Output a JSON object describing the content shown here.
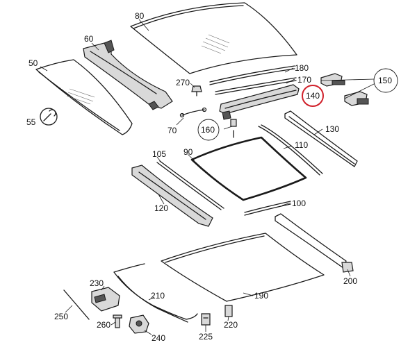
{
  "parts": [
    {
      "id": "p80",
      "label": "80"
    },
    {
      "id": "p60",
      "label": "60"
    },
    {
      "id": "p50",
      "label": "50"
    },
    {
      "id": "p55",
      "label": "55"
    },
    {
      "id": "p270",
      "label": "270"
    },
    {
      "id": "p180",
      "label": "180"
    },
    {
      "id": "p170",
      "label": "170"
    },
    {
      "id": "p140",
      "label": "140",
      "highlighted": true
    },
    {
      "id": "p150",
      "label": "150"
    },
    {
      "id": "p70",
      "label": "70"
    },
    {
      "id": "p160",
      "label": "160"
    },
    {
      "id": "p130",
      "label": "130"
    },
    {
      "id": "p110",
      "label": "110"
    },
    {
      "id": "p105",
      "label": "105"
    },
    {
      "id": "p90",
      "label": "90"
    },
    {
      "id": "p120",
      "label": "120"
    },
    {
      "id": "p100",
      "label": "100"
    },
    {
      "id": "p200",
      "label": "200"
    },
    {
      "id": "p190",
      "label": "190"
    },
    {
      "id": "p230",
      "label": "230"
    },
    {
      "id": "p210",
      "label": "210"
    },
    {
      "id": "p250",
      "label": "250"
    },
    {
      "id": "p260",
      "label": "260"
    },
    {
      "id": "p240",
      "label": "240"
    },
    {
      "id": "p225",
      "label": "225"
    },
    {
      "id": "p220",
      "label": "220"
    }
  ],
  "colors": {
    "highlight": "#d0202a",
    "line": "#1a1a1a"
  }
}
